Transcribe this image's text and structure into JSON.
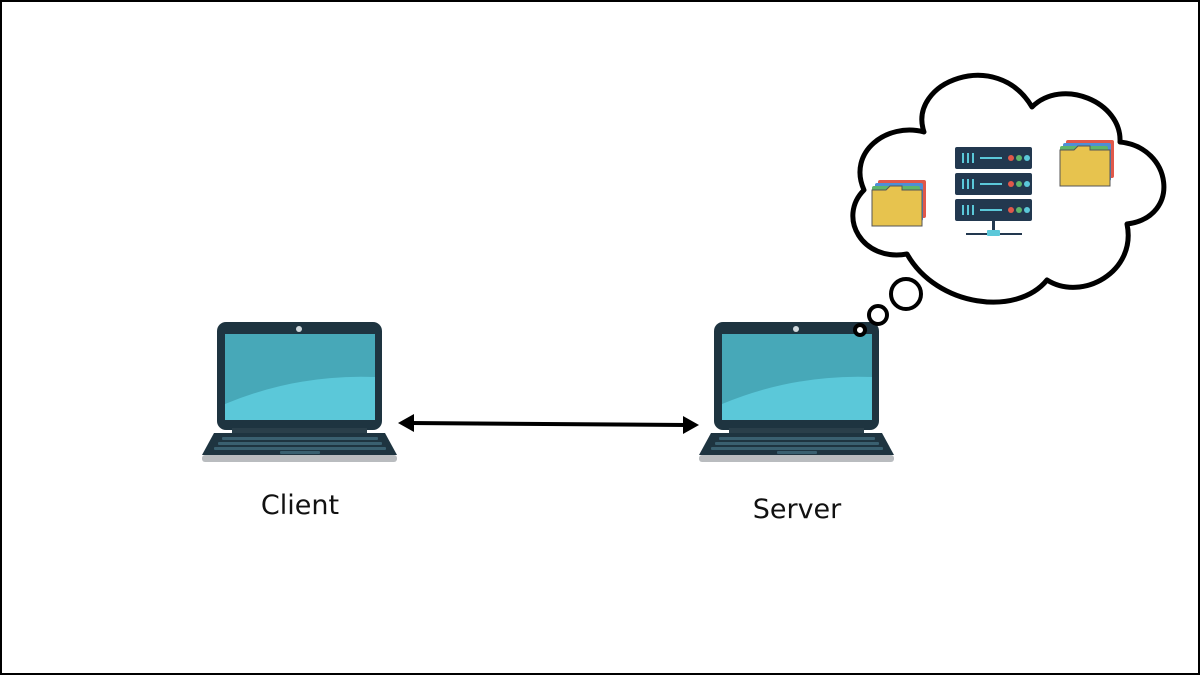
{
  "nodes": {
    "client": {
      "label": "Client"
    },
    "server": {
      "label": "Server"
    }
  },
  "connection": {
    "direction": "bidirectional"
  },
  "cloud": {
    "contents": [
      "folder-icon",
      "server-rack-icon",
      "folder-icon"
    ]
  },
  "colors": {
    "screen": "#5BC8D9",
    "screen_dark": "#47A8B8",
    "laptop_body": "#1E3440",
    "laptop_base": "#B9BCBF",
    "folder": "#E7C34E",
    "folder_tab_green": "#5FB56B",
    "folder_tab_blue": "#4E8FD6",
    "folder_tab_red": "#E0584A",
    "rack": "#22384F",
    "rack_line": "#5BC8D9"
  }
}
